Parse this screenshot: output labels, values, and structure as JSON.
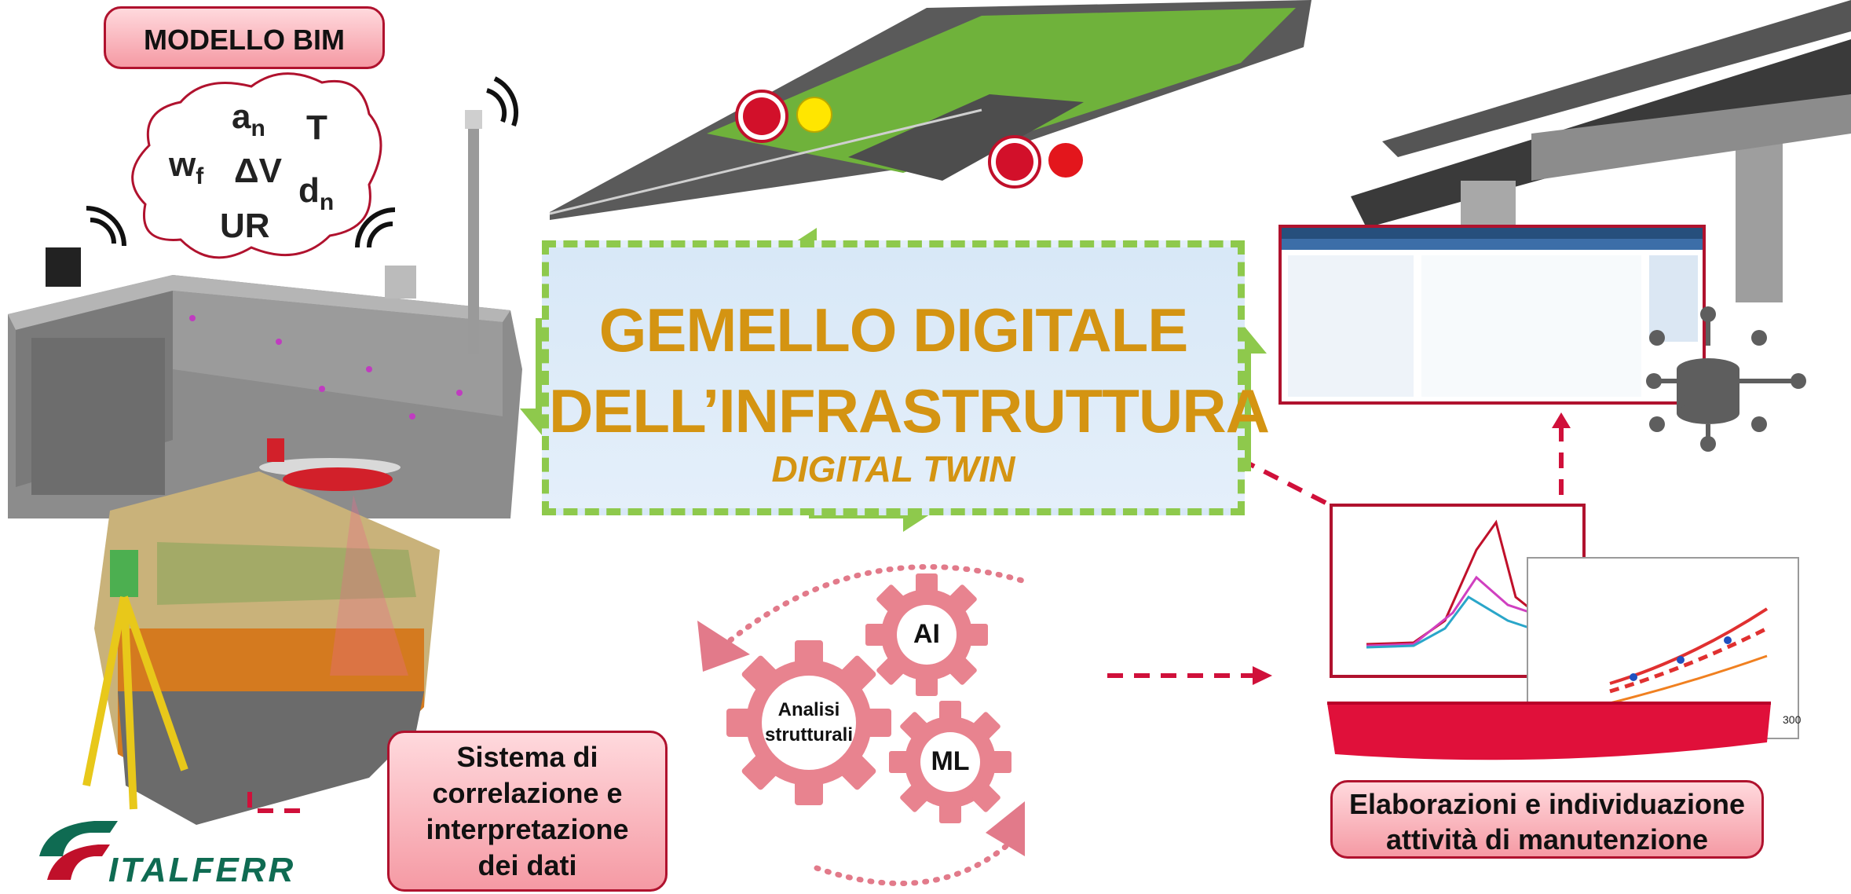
{
  "bim_label": "MODELLO BIM",
  "cloud_vars": {
    "an": "a",
    "an_sub": "n",
    "T": "T",
    "wf": "w",
    "wf_sub": "f",
    "dV": "ΔV",
    "dn": "d",
    "dn_sub": "n",
    "UR": "UR"
  },
  "digital_twin": {
    "line1": "GEMELLO DIGITALE",
    "line2": "DELL’INFRASTRUTTURA",
    "subtitle": "DIGITAL TWIN"
  },
  "gears": {
    "ai": "AI",
    "ml": "ML",
    "analisi_line1": "Analisi",
    "analisi_line2": "strutturali"
  },
  "correlation_label": {
    "line1": "Sistema di",
    "line2": "correlazione e",
    "line3": "interpretazione",
    "line4": "dei dati"
  },
  "maintenance_label": {
    "line1": "Elaborazioni e individuazione",
    "line2": "attività di manutenzione"
  },
  "logo_text": "ITALFERR",
  "chart_tick_300": "300",
  "colors": {
    "accent_red": "#b0122e",
    "twin_gold": "#d49412",
    "dash_green": "#8ec94c",
    "panel_blue": "#dce9f7",
    "logo_green": "#0f6b52"
  }
}
